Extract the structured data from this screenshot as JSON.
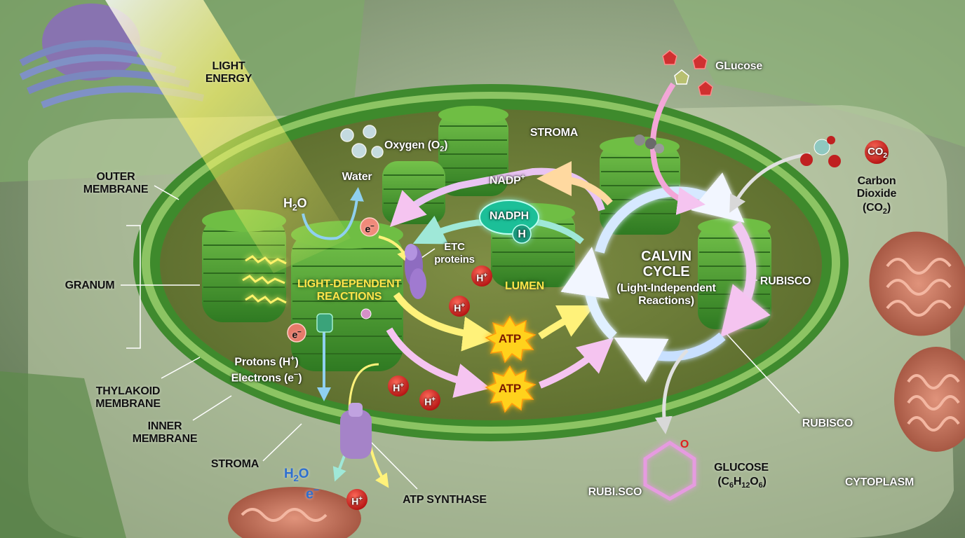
{
  "labels": {
    "light_energy": "LIGHT\nENERGY",
    "outer_membrane": "OUTER\nMEMBRANE",
    "granum": "GRANUM",
    "thylakoid_membrane": "THYLAKOID\nMEMBRANE",
    "inner_membrane": "INNER\nMEMBRANE",
    "stroma_bottom": "STROMA",
    "stroma_top": "STROMA",
    "water": "Water",
    "oxygen": "Oxygen (O",
    "oxygen_sub": "2",
    "oxygen_close": ")",
    "h2o_top": "H",
    "h2o_top_sub": "2",
    "h2o_top_o": "O",
    "nadp_plus": "NADP",
    "nadp_plus_sup": "+",
    "nadph": "NADPH",
    "nadph_h": "H",
    "etc_proteins": "ETC\nproteins",
    "light_dependent": "LIGHT-DEPENDENT\nREACTIONS",
    "lumen": "LUMEN",
    "protons_electrons_1": "Protons (H",
    "protons_electrons_1_sup": "+",
    "protons_electrons_1_close": ")",
    "protons_electrons_2": "Electrons (e",
    "protons_electrons_2_sup": "−",
    "protons_electrons_2_close": ")",
    "calvin_cycle": "CALVIN\nCYCLE",
    "calvin_sub": "(Light-Independent\nReactions)",
    "rubisco_right": "RUBISCO",
    "rubisco_bottom": "RUBISCO",
    "rubisco_lower": "RUBI.SCO",
    "glucose_top": "GLucose",
    "carbon_dioxide": "Carbon\nDioxide",
    "co2_paren": "(CO",
    "co2_paren_sub": "2",
    "co2_paren_close": ")",
    "co2_molecule": "CO",
    "co2_molecule_sub": "2",
    "glucose_bottom": "GLUCOSE",
    "glucose_formula": "(C6H12O6)",
    "cytoplasm": "CYTOPLASM",
    "atp_synthase": "ATP SYNTHASE",
    "h2o_bottom": "H",
    "h2o_bottom_sub": "2",
    "h2o_bottom_o": "O",
    "e_bottom": "e",
    "e_bottom_sup": "−",
    "e_minus": "e",
    "e_minus_sup": "−",
    "atp": "ATP",
    "h_plus": "H",
    "h_plus_sup": "+",
    "glucose_ring_o": "O"
  },
  "colors": {
    "chloroplast_outer": "#4f9a3a",
    "chloroplast_inner": "#7fb85a",
    "stroma": "#6d7f3f",
    "thylakoid": "#4ea62f",
    "light_beam": "#fff66a",
    "atp_star": "#ffd21a",
    "h_plus": "#e02020",
    "calvin_arrow": "#d6e9ff",
    "nadph": "#1fd6a8",
    "mitochondria": "#c2705a"
  },
  "icons": [
    "water-bubbles-icon",
    "glucose-molecule-icon",
    "co2-molecule-icon",
    "etc-protein-icon",
    "atp-synthase-icon",
    "glucose-ring-icon",
    "mitochondrion-icon"
  ]
}
